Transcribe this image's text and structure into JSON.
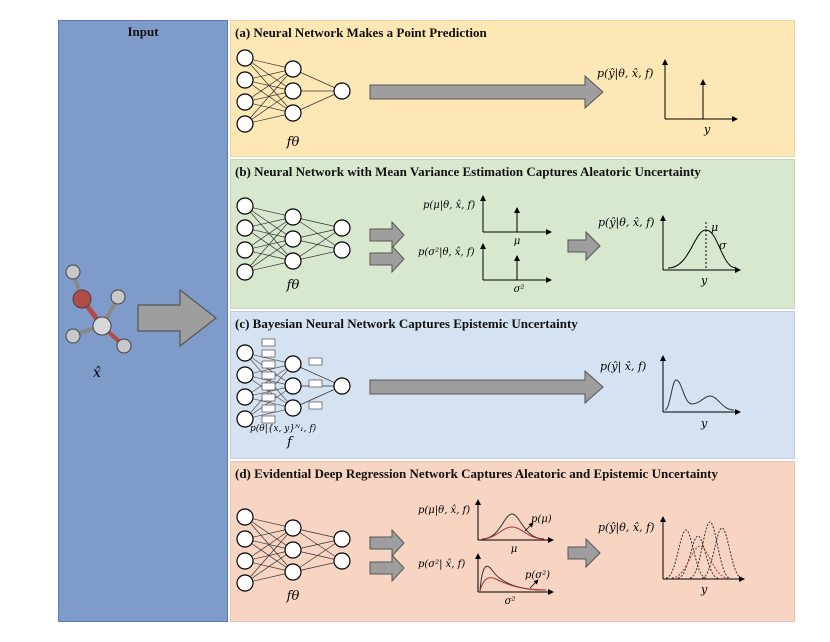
{
  "input": {
    "title": "Input",
    "x_label": "x̂"
  },
  "panels": [
    {
      "id": "a",
      "title": "(a)  Neural Network Makes a Point Prediction",
      "net_label": "fθ",
      "dist_label": "p(ŷ|θ, x̂, f)",
      "axis_label": "y"
    },
    {
      "id": "b",
      "title": "(b)  Neural Network with Mean Variance Estimation Captures Aleatoric Uncertainty",
      "net_label": "fθ",
      "mu_dist_label": "p(μ|θ, x̂, f)",
      "mu_axis_label": "μ",
      "var_dist_label": "p(σ²|θ, x̂, f)",
      "var_axis_label": "σ²",
      "dist_label": "p(ŷ|θ, x̂, f)",
      "mu_mark": "μ",
      "sigma_mark": "σ",
      "axis_label": "y"
    },
    {
      "id": "c",
      "title": "(c)  Bayesian Neural Network Captures Epistemic Uncertainty",
      "posterior_label": "p(θ|{x, y}ᴺ₁, f)",
      "net_label": "f",
      "dist_label": "p(ŷ| x̂, f)",
      "axis_label": "y"
    },
    {
      "id": "d",
      "title": "(d)  Evidential Deep Regression Network Captures Aleatoric and Epistemic Uncertainty",
      "net_label": "fθ",
      "mu_dist_label": "p(μ|θ, x̂, f)",
      "mu_axis_label": "μ",
      "mu_prior_label": "p(μ)",
      "var_dist_label": "p(σ²| x̂, f)",
      "var_axis_label": "σ²",
      "var_prior_label": "p(σ²)",
      "dist_label": "p(ŷ|θ, x̂, f)",
      "axis_label": "y"
    }
  ],
  "colors": {
    "input_panel": "#7f9bc9",
    "panel_a": "#fde7b5",
    "panel_b": "#d7e8cf",
    "panel_c": "#d5e2f1",
    "panel_d": "#f8d5c3",
    "arrow_fill": "#9e9e9e",
    "atom_red": "#b24a4a",
    "atom_gray": "#c8c8c8"
  }
}
